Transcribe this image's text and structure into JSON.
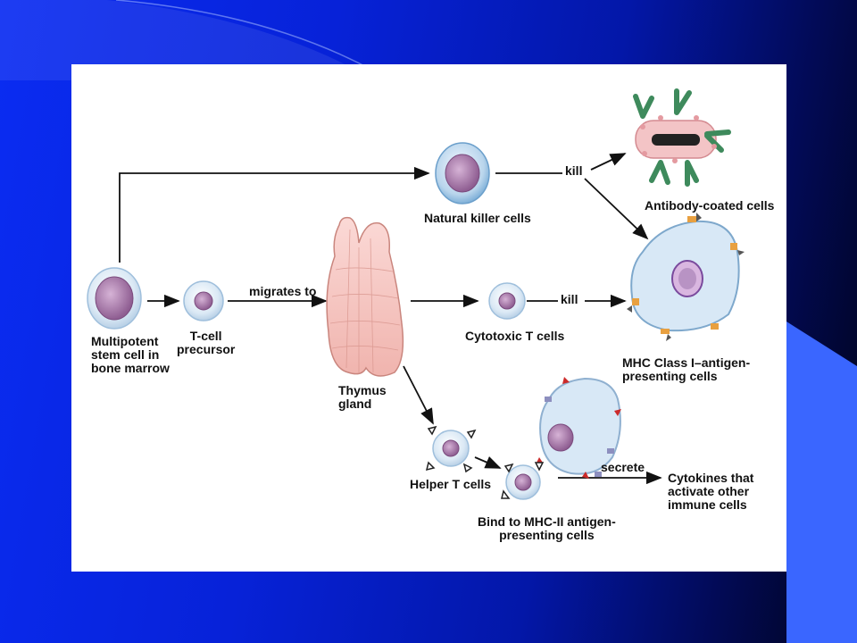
{
  "labels": {
    "natural_killer": "Natural killer cells",
    "kill_top": "kill",
    "antibody_coated": "Antibody-coated cells",
    "stem_cell": "Multipotent\nstem cell in\nbone marrow",
    "t_precursor": "T-cell\nprecursor",
    "migrates_to": "migrates to",
    "thymus": "Thymus\ngland",
    "cytotoxic": "Cytotoxic T cells",
    "kill_mid": "kill",
    "mhc1": "MHC Class I–antigen-\npresenting cells",
    "helper": "Helper T cells",
    "bind_mhc2": "Bind to MHC-II antigen-\npresenting cells",
    "secrete": "secrete",
    "cytokines": "Cytokines that\nactivate other\nimmune cells"
  },
  "colors": {
    "slide_blue": "#0a2cf2",
    "accent_blue": "#3a66ff",
    "cell_outer": "#d8e8f4",
    "nucleus": "#b78bb8",
    "thymus": "#f6c6c2",
    "antibody": "#3e8a5c",
    "mhc_marker": "#e8a040"
  }
}
